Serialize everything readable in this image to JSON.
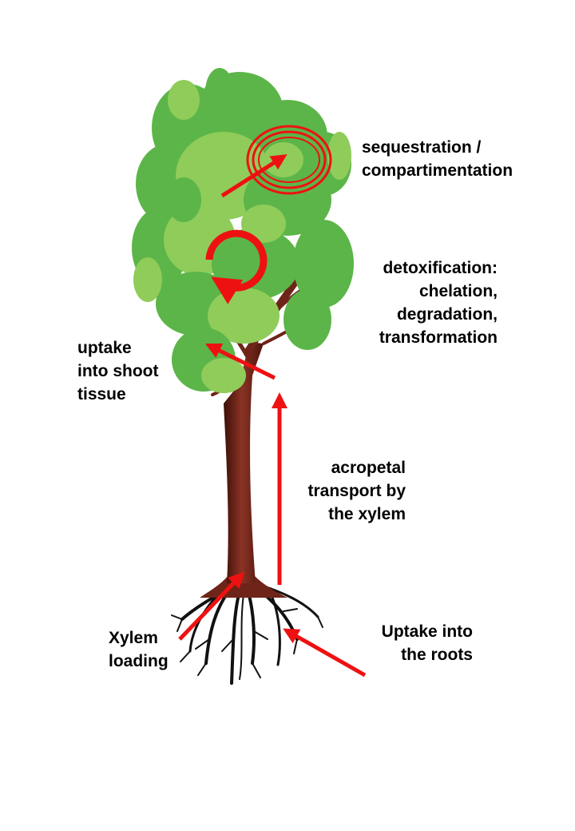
{
  "labels": {
    "sequestration": [
      "sequestration /",
      "compartimentation"
    ],
    "detoxification": [
      "detoxification:",
      "chelation,",
      "degradation,",
      "transformation"
    ],
    "uptake_shoot": [
      "uptake",
      "into shoot",
      "tissue"
    ],
    "acropetal": [
      "acropetal",
      "transport by",
      "the xylem"
    ],
    "xylem_loading": [
      "Xylem",
      "loading"
    ],
    "uptake_roots": [
      "Uptake into",
      "the roots"
    ]
  },
  "colors": {
    "arrow": "#ee1111",
    "trunk": "#6e2418",
    "leaf_dark": "#5cb548",
    "leaf_light": "#8fcc5a",
    "roots": "#111111"
  }
}
